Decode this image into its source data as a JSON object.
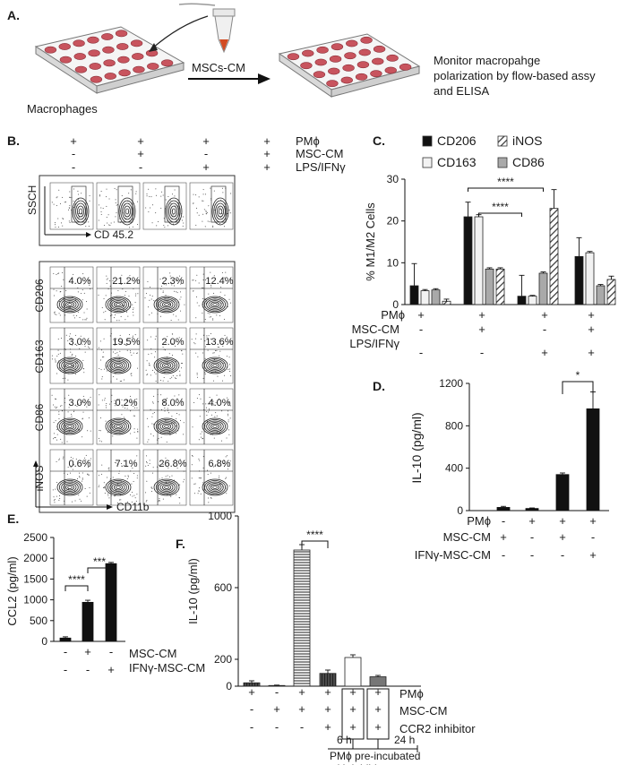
{
  "panel_a": {
    "letter": "A.",
    "treatment_label": "MSCs-CM",
    "cells_label": "Macrophages",
    "monitor_lines": [
      "Monitor macropahge",
      "polarization by flow-based assy",
      "and ELISA"
    ]
  },
  "panel_b": {
    "letter": "B.",
    "row_labels": [
      "PMϕ",
      "MSC-CM",
      "LPS/IFNγ"
    ],
    "conditions": [
      [
        "+",
        "-",
        "-"
      ],
      [
        "+",
        "+",
        "-"
      ],
      [
        "+",
        "-",
        "+"
      ],
      [
        "+",
        "+",
        "+"
      ]
    ],
    "gate_ylabel": "SSCH",
    "gate_xlabel": "CD 45.2",
    "marker_xlabel": "CD11b",
    "marker_rows": [
      {
        "marker": "CD206",
        "pcts": [
          "4.0%",
          "21.2%",
          "2.3%",
          "12.4%"
        ]
      },
      {
        "marker": "CD163",
        "pcts": [
          "3.0%",
          "19.5%",
          "2.0%",
          "13.6%"
        ]
      },
      {
        "marker": "CD86",
        "pcts": [
          "3.0%",
          "0.2%",
          "8.0%",
          "4.0%"
        ]
      },
      {
        "marker": "iNOS",
        "pcts": [
          "0.6%",
          "7.1%",
          "26.8%",
          "6.8%"
        ]
      }
    ]
  },
  "chart_data": [
    {
      "panel": "C.",
      "type": "bar",
      "ylabel": "% M1/M2 Cells",
      "ylim": [
        0,
        30
      ],
      "yticks": [
        0,
        10,
        20,
        30
      ],
      "categories": [
        "PMϕ",
        "PMϕ + MSC-CM",
        "PMϕ + LPS/IFNγ",
        "PMϕ + MSC-CM + LPS/IFNγ"
      ],
      "series": [
        {
          "name": "CD206",
          "color": "#111111",
          "values": [
            4.5,
            21,
            2,
            11.5
          ],
          "errors": [
            5.3,
            3.5,
            5,
            4.5
          ]
        },
        {
          "name": "CD163",
          "color": "#f2f2f2",
          "values": [
            3.3,
            21,
            2,
            12.4
          ],
          "errors": [
            0.3,
            0.5,
            0.2,
            0.3
          ]
        },
        {
          "name": "CD86",
          "color": "#a9a9a9",
          "values": [
            3.5,
            8.5,
            7.5,
            4.5
          ],
          "errors": [
            0.3,
            0.3,
            0.3,
            0.3
          ]
        },
        {
          "name": "iNOS",
          "color": "hatched",
          "values": [
            0.8,
            8.5,
            23,
            6
          ],
          "errors": [
            0.5,
            0.3,
            4.5,
            0.8
          ]
        }
      ],
      "significance": [
        "****",
        "****"
      ],
      "row_labels": [
        "PMϕ",
        "MSC-CM",
        "LPS/IFNγ"
      ],
      "conditions": [
        [
          "+",
          "-",
          "-"
        ],
        [
          "+",
          "+",
          "-"
        ],
        [
          "+",
          "-",
          "+"
        ],
        [
          "+",
          "+",
          "+"
        ]
      ],
      "legend_position": "top"
    },
    {
      "panel": "D.",
      "type": "bar",
      "ylabel": "IL-10 (pg/ml)",
      "ylim": [
        0,
        1200
      ],
      "yticks": [
        0,
        400,
        800,
        1200
      ],
      "values": [
        30,
        20,
        340,
        960
      ],
      "errors": [
        10,
        5,
        15,
        160
      ],
      "significance": "*",
      "row_labels": [
        "PMϕ",
        "MSC-CM",
        "IFNγ-MSC-CM"
      ],
      "conditions": [
        [
          "-",
          "+",
          "-"
        ],
        [
          "+",
          "-",
          "-"
        ],
        [
          "+",
          "+",
          "-"
        ],
        [
          "+",
          "-",
          "+"
        ]
      ]
    },
    {
      "panel": "E.",
      "type": "bar",
      "ylabel": "CCL2 (pg/ml)",
      "ylim": [
        0,
        2500
      ],
      "yticks": [
        0,
        500,
        1000,
        1500,
        2000,
        2500
      ],
      "values": [
        80,
        940,
        1870
      ],
      "errors": [
        30,
        50,
        30
      ],
      "significance": [
        "****",
        "***"
      ],
      "row_labels": [
        "MSC-CM",
        "IFNγ-MSC-CM"
      ],
      "conditions": [
        [
          "-",
          "-"
        ],
        [
          "+",
          "-"
        ],
        [
          "-",
          "+"
        ]
      ]
    },
    {
      "panel": "F.",
      "type": "bar",
      "ylabel": "IL-10 (pg/ml)",
      "yticks": [
        0,
        200,
        600,
        1000
      ],
      "values": [
        25,
        5,
        810,
        95,
        210,
        70
      ],
      "errors": [
        15,
        3,
        30,
        25,
        15,
        10
      ],
      "significance": "****",
      "row_labels": [
        "PMϕ",
        "MSC-CM",
        "CCR2 inhibitor"
      ],
      "conditions": [
        [
          "+",
          "-",
          "-"
        ],
        [
          "-",
          "+",
          "-"
        ],
        [
          "+",
          "+",
          "-"
        ],
        [
          "+",
          "+",
          "+"
        ],
        [
          "+",
          "+",
          "+"
        ],
        [
          "+",
          "+",
          "+"
        ]
      ],
      "time_labels": [
        "6 h",
        "24 h"
      ],
      "timeline_caption": [
        "PMϕ pre-incubated",
        "with inhibitor"
      ]
    }
  ]
}
